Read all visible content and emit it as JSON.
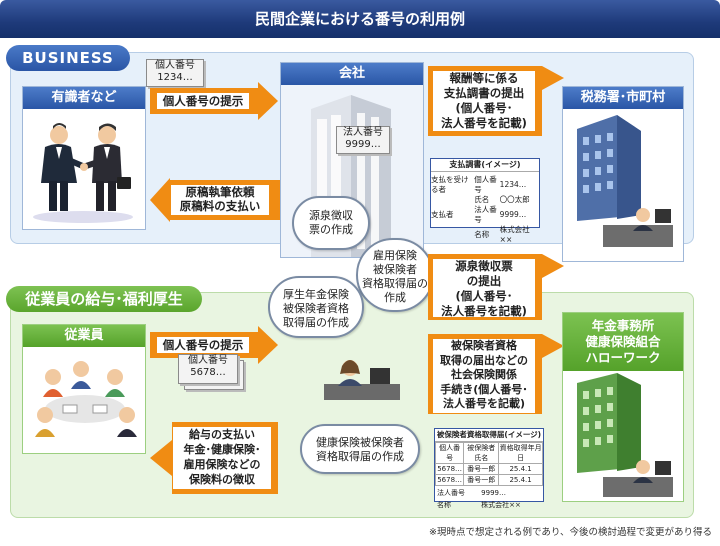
{
  "title": "民間企業における番号の利用例",
  "sections": {
    "business": "BUSINESS",
    "employees": "従業員の給与･福利厚生"
  },
  "actors": {
    "yushikisha": "有識者など",
    "kaisha": "会社",
    "zeimusho": "税務署･市町村",
    "jugyoin": "従業員",
    "nenkin": [
      "年金事務所",
      "健康保険組合",
      "ハローワーク"
    ]
  },
  "cards": {
    "personal_1": [
      "個人番号",
      "1234…"
    ],
    "corporate": [
      "法人番号",
      "9999…"
    ],
    "personal_2": [
      "個人番号",
      "5678…"
    ]
  },
  "arrows": {
    "personal_present_1": "個人番号の提示",
    "genko": [
      "原稿執筆依頼",
      "原稿料の支払い"
    ],
    "houshu": [
      "報酬等に係る",
      "支払調書の提出",
      "(個人番号･",
      "法人番号を記載)"
    ],
    "gensen_teishutsu": [
      "源泉徴収票",
      "の提出",
      "(個人番号･",
      "法人番号を記載)"
    ],
    "personal_present_2": "個人番号の提示",
    "hihokensha": [
      "被保険者資格",
      "取得の届出などの",
      "社会保険関係",
      "手続き(個人番号･",
      "法人番号を記載)"
    ],
    "kyuyo": [
      "給与の支払い",
      "年金･健康保険･",
      "雇用保険などの",
      "保険料の徴収"
    ]
  },
  "clouds": {
    "gensen_sakusei": [
      "源泉徴収",
      "票の作成"
    ],
    "koyou": [
      "雇用保険",
      "被保険者",
      "資格取得届の",
      "作成"
    ],
    "kousei": [
      "厚生年金保険",
      "被保険者資格",
      "取得届の作成"
    ],
    "kenkou": [
      "健康保険被保険者",
      "資格取得届の作成"
    ]
  },
  "doc1": {
    "title": "支払調書(イメージ)",
    "rows": [
      [
        "支払を受ける者",
        "個人番号",
        "1234…"
      ],
      [
        "",
        "氏名",
        "〇〇太郎"
      ],
      [
        "支払者",
        "法人番号",
        "9999…"
      ],
      [
        "",
        "名称",
        "株式会社××"
      ]
    ]
  },
  "doc2": {
    "title": "被保険者資格取得届(イメージ)",
    "headers": [
      "個人番号",
      "被保険者氏名",
      "資格取得年月日"
    ],
    "rows": [
      [
        "5678…",
        "番号一郎",
        "25.4.1"
      ],
      [
        "5678…",
        "番号一郎",
        "25.4.1"
      ]
    ],
    "footer": [
      [
        "法人番号",
        "9999…"
      ],
      [
        "名称",
        "株式会社××"
      ]
    ]
  },
  "footnote": "※現時点で想定される例であり、今後の検討過程で変更があり得る",
  "colors": {
    "arrow": "#f08c13",
    "title_bar": "#1e3a7a",
    "business_panel": "#e6f0fa",
    "employee_panel": "#e9f5e1"
  }
}
